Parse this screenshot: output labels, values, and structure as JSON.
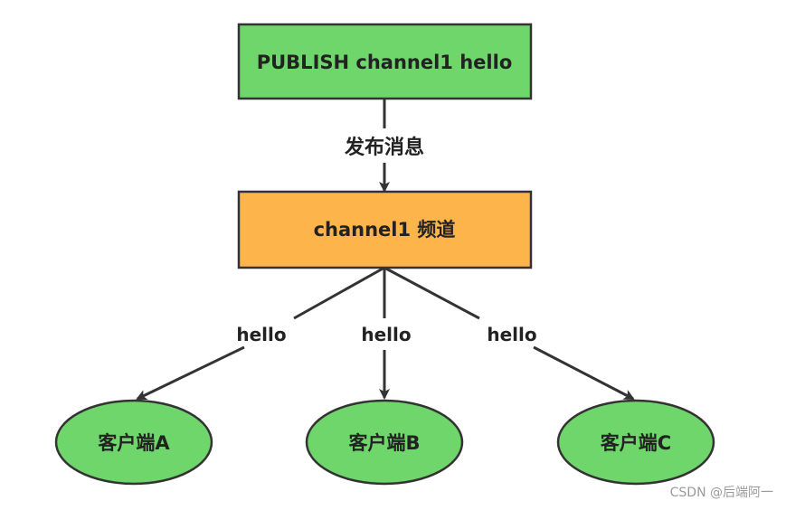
{
  "nodes": {
    "publish": {
      "label": "PUBLISH channel1 hello",
      "fill": "#6ed66a",
      "stroke": "#333333"
    },
    "channel": {
      "label": "channel1 频道",
      "fill": "#fdb44b",
      "stroke": "#333333"
    },
    "client_a": {
      "label": "客户端A",
      "fill": "#6ed66a",
      "stroke": "#333333"
    },
    "client_b": {
      "label": "客户端B",
      "fill": "#6ed66a",
      "stroke": "#333333"
    },
    "client_c": {
      "label": "客户端C",
      "fill": "#6ed66a",
      "stroke": "#333333"
    }
  },
  "edges": {
    "publish_to_channel": {
      "label": "发布消息"
    },
    "channel_to_a": {
      "label": "hello"
    },
    "channel_to_b": {
      "label": "hello"
    },
    "channel_to_c": {
      "label": "hello"
    }
  },
  "watermark": "CSDN @后端阿一",
  "colors": {
    "edge": "#333333",
    "background": "#ffffff"
  }
}
